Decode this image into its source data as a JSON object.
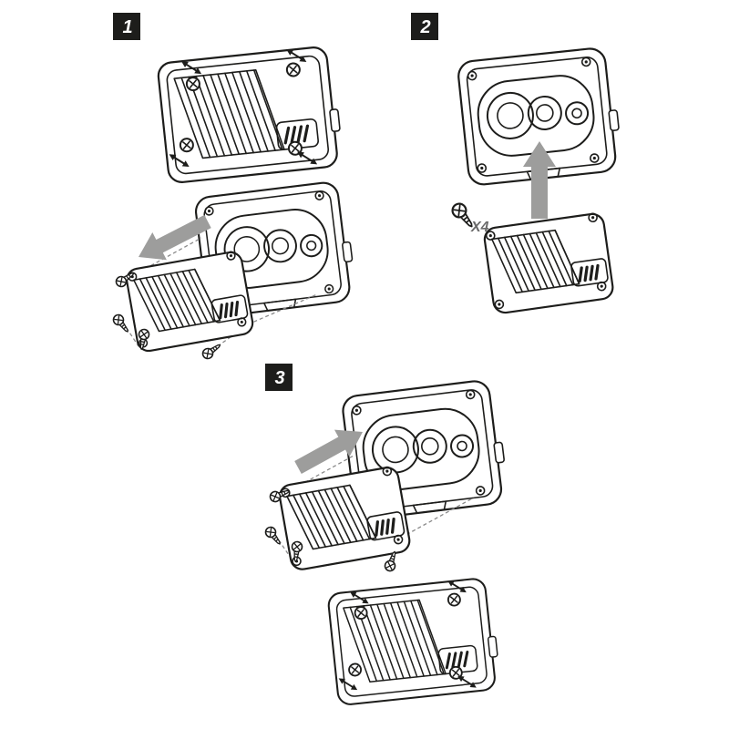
{
  "colors": {
    "background": "#ffffff",
    "line": "#1d1d1b",
    "arrow": "#9d9d9c",
    "badge-bg": "#1d1d1b",
    "badge-text": "#ffffff",
    "dashed": "#8a8a8a",
    "label": "#6b6b6b"
  },
  "steps": [
    {
      "number": "1"
    },
    {
      "number": "2"
    },
    {
      "number": "3"
    }
  ],
  "screw_pack": {
    "label": "X4"
  },
  "icons": {
    "screw-icon": "phillips screw (circle with cross, threaded shaft)",
    "direction-arrow-icon": "thick gray block arrow",
    "turn-arrow-icon": "small double-headed black arrow",
    "battery-indicator-icon": "rounded box with four slanted bars"
  }
}
